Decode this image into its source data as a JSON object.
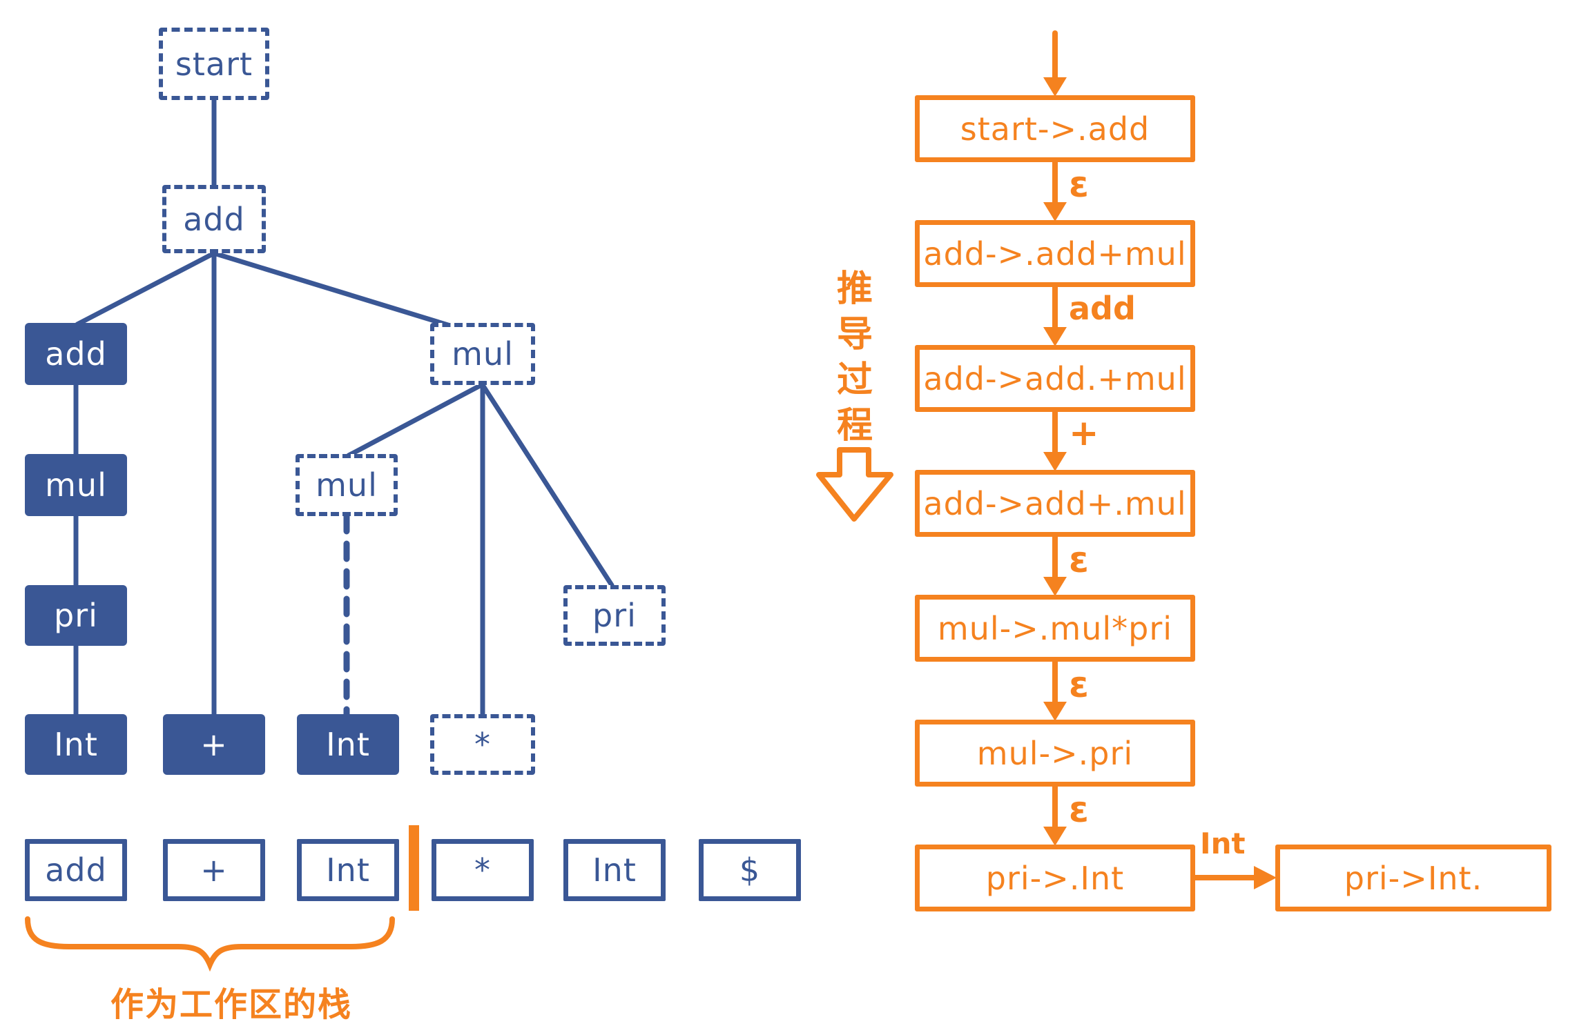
{
  "colors": {
    "blue": "#3A5795",
    "orange": "#F5821F"
  },
  "tree": {
    "start": "start",
    "add_dashed": "add",
    "add_filled": "add",
    "mul_big_dashed": "mul",
    "mul_filled": "mul",
    "mul_small_dashed": "mul",
    "pri_filled": "pri",
    "pri_dashed": "pri",
    "int_left": "Int",
    "plus_leaf": "+",
    "int_mid": "Int",
    "star_dashed": "*"
  },
  "stack": {
    "cells": [
      "add",
      "+",
      "Int",
      "*",
      "Int",
      "$"
    ],
    "brace_label": "作为工作区的栈"
  },
  "derivation": {
    "side_label": "推导过程",
    "steps": [
      "start->.add",
      "add->.add+mul",
      "add->add.+mul",
      "add->add+.mul",
      "mul->.mul*pri",
      "mul->.pri",
      "pri->.Int",
      "pri->Int."
    ],
    "edge_labels": [
      "ε",
      "add",
      "+",
      "ε",
      "ε",
      "ε",
      "Int"
    ]
  }
}
